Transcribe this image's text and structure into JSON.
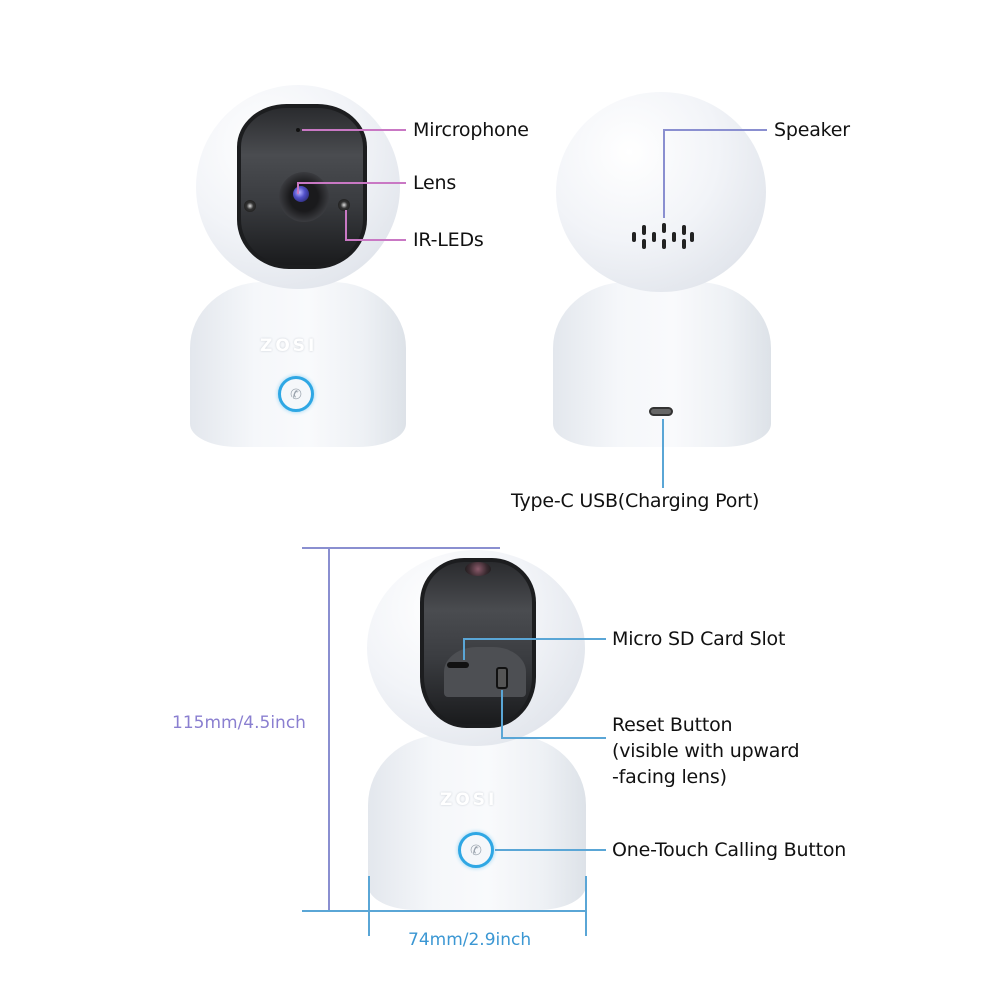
{
  "top_left_camera": {
    "brand_logo": "ZOSI",
    "callouts": [
      {
        "label": "Mircrophone",
        "line_color": "#c978c4"
      },
      {
        "label": "Lens",
        "line_color": "#c978c4"
      },
      {
        "label": "IR-LEDs",
        "line_color": "#c978c4"
      }
    ],
    "icons": {
      "call_button": "phone-icon"
    }
  },
  "top_right_camera": {
    "callouts": [
      {
        "label": "Speaker",
        "line_color": "#8a8fd0"
      },
      {
        "label": "Type-C USB(Charging Port)",
        "line_color": "#5aa6d6"
      }
    ]
  },
  "bottom_camera": {
    "brand_logo": "ZOSI",
    "callouts": [
      {
        "label": "Micro SD Card Slot",
        "line_color": "#5aa6d6"
      },
      {
        "label": "Reset Button",
        "line_color": "#5aa6d6"
      },
      {
        "label": "(visible with upward",
        "line_color": "#5aa6d6"
      },
      {
        "label": "-facing lens)",
        "line_color": "#5aa6d6"
      },
      {
        "label": "One-Touch Calling Button",
        "line_color": "#5aa6d6"
      }
    ],
    "dimensions": {
      "height": {
        "label": "115mm/4.5inch",
        "color": "#8a7fd0"
      },
      "width": {
        "label": "74mm/2.9inch",
        "color": "#3b97d3"
      }
    }
  }
}
